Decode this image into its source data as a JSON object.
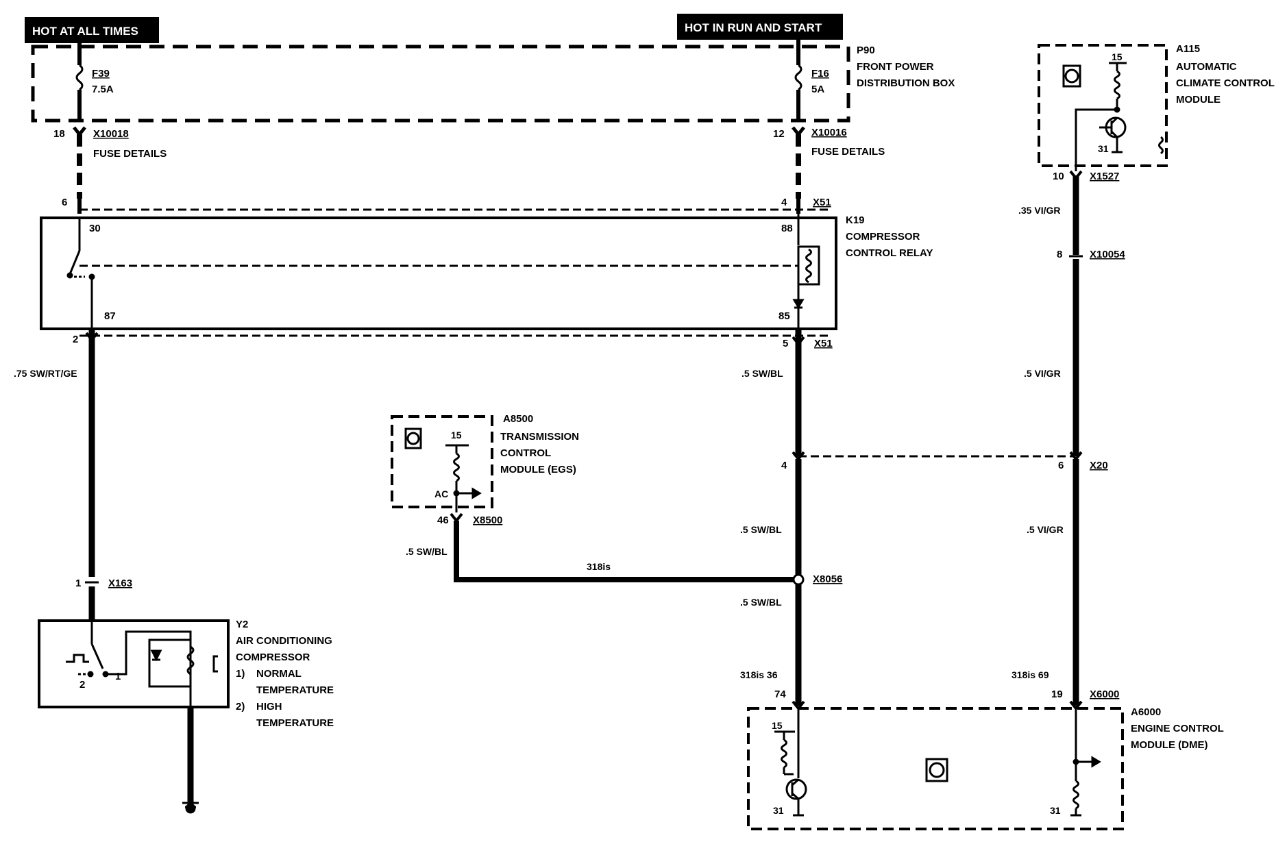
{
  "banners": {
    "left": "HOT AT ALL TIMES",
    "right": "HOT IN RUN AND START"
  },
  "p90": {
    "id": "P90",
    "line1": "FRONT POWER",
    "line2": "DISTRIBUTION BOX"
  },
  "fuses": {
    "f39": {
      "name": "F39",
      "rating": "7.5A"
    },
    "f16": {
      "name": "F16",
      "rating": "5A"
    }
  },
  "connectors": {
    "x10018": "X10018",
    "x10016": "X10016",
    "fuse_details": "FUSE DETAILS",
    "x51": "X51",
    "x1527": "X1527",
    "x10054": "X10054",
    "x20": "X20",
    "x163": "X163",
    "x8500": "X8500",
    "x8056": "X8056",
    "x6000": "X6000"
  },
  "k19": {
    "id": "K19",
    "line1": "COMPRESSOR",
    "line2": "CONTROL RELAY"
  },
  "a115": {
    "id": "A115",
    "line1": "AUTOMATIC",
    "line2": "CLIMATE CONTROL",
    "line3": "MODULE"
  },
  "a8500": {
    "id": "A8500",
    "line1": "TRANSMISSION",
    "line2": "CONTROL",
    "line3": "MODULE (EGS)",
    "ac": "AC"
  },
  "a6000": {
    "id": "A6000",
    "line1": "ENGINE CONTROL",
    "line2": "MODULE (DME)"
  },
  "y2": {
    "id": "Y2",
    "line1": "AIR CONDITIONING",
    "line2": "COMPRESSOR",
    "n1": "1)",
    "t1a": "NORMAL",
    "t1b": "TEMPERATURE",
    "n2": "2)",
    "t2a": "HIGH",
    "t2b": "TEMPERATURE"
  },
  "wires": {
    "w1": ".75 SW/RT/GE",
    "w2": ".5 SW/BL",
    "w3": ".35 VI/GR",
    "w4": ".5 VI/GR",
    "w5": ".5 SW/BL",
    "w6": ".5 VI/GR",
    "w7": ".5 SW/BL",
    "w8": ".5 SW/BL",
    "bus": "318is",
    "bus36": "318is 36",
    "bus69": "318is  69"
  },
  "pins": {
    "p18": "18",
    "p12": "12",
    "p6": "6",
    "p4": "4",
    "p30": "30",
    "p88": "88",
    "p87": "87",
    "p85": "85",
    "p2": "2",
    "p5": "5",
    "p10": "10",
    "p8": "8",
    "p4b": "4",
    "p6b": "6",
    "p1": "1",
    "p46": "46",
    "p74": "74",
    "p19": "19",
    "p15a": "15",
    "p31a": "31",
    "p15b": "15",
    "p15c": "15",
    "p31c": "31",
    "p31d": "31",
    "y2p1": "1",
    "y2p2": "2"
  }
}
